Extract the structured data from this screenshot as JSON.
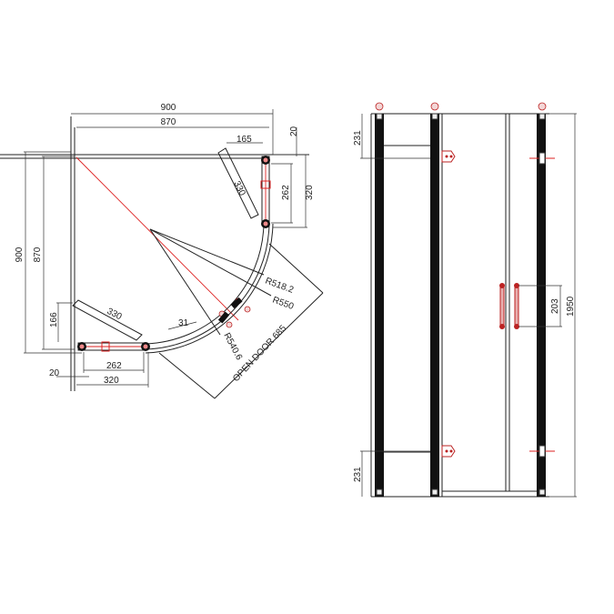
{
  "drawing": {
    "type": "quadrant shower enclosure technical drawing",
    "plan_view": {
      "outer_width": "900",
      "inner_width": "870",
      "outer_depth": "900",
      "inner_depth": "870",
      "top_panel_offset": "165",
      "top_panel_length": "330",
      "top_wall_gap": "20",
      "top_fixed_262": "262",
      "top_fixed_320": "320",
      "left_panel_height": "166",
      "left_panel_length": "330",
      "bottom_fixed_262": "262",
      "bottom_fixed_320": "320",
      "bottom_wall_gap": "20",
      "radius_inner": "R518.2",
      "radius_outer": "R550",
      "radius_mid": "R540.6",
      "gap_31": "31",
      "open_door": "OPEN DOOR  685"
    },
    "elevation_view": {
      "top_hinge_offset": "231",
      "bottom_hinge_offset": "231",
      "handle_length": "203",
      "total_height": "1950"
    }
  }
}
